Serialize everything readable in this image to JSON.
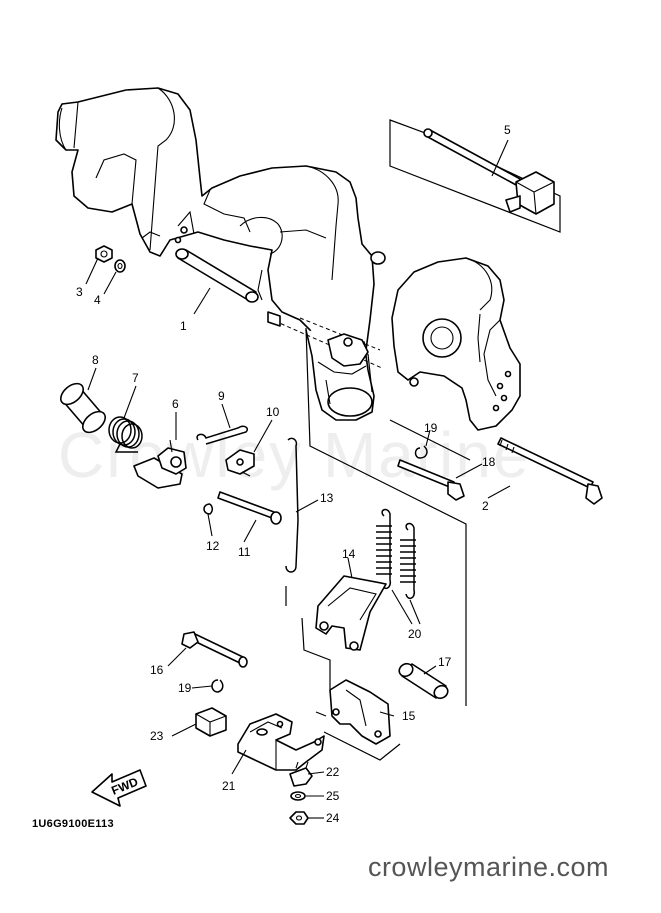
{
  "diagram": {
    "code": "1U6G9100E113",
    "watermark": "Crowley Marine",
    "footer_site": "crowleymarine.com",
    "fwd_label": "FWD",
    "callouts": {
      "c1": "1",
      "c2": "2",
      "c3": "3",
      "c4": "4",
      "c5": "5",
      "c6": "6",
      "c7": "7",
      "c8": "8",
      "c9": "9",
      "c10": "10",
      "c11": "11",
      "c12": "12",
      "c13": "13",
      "c14": "14",
      "c15": "15",
      "c16": "16",
      "c17": "17",
      "c18": "18",
      "c19a": "19",
      "c19b": "19",
      "c20": "20",
      "c21": "21",
      "c22": "22",
      "c23": "23",
      "c24": "24",
      "c25": "25"
    }
  }
}
